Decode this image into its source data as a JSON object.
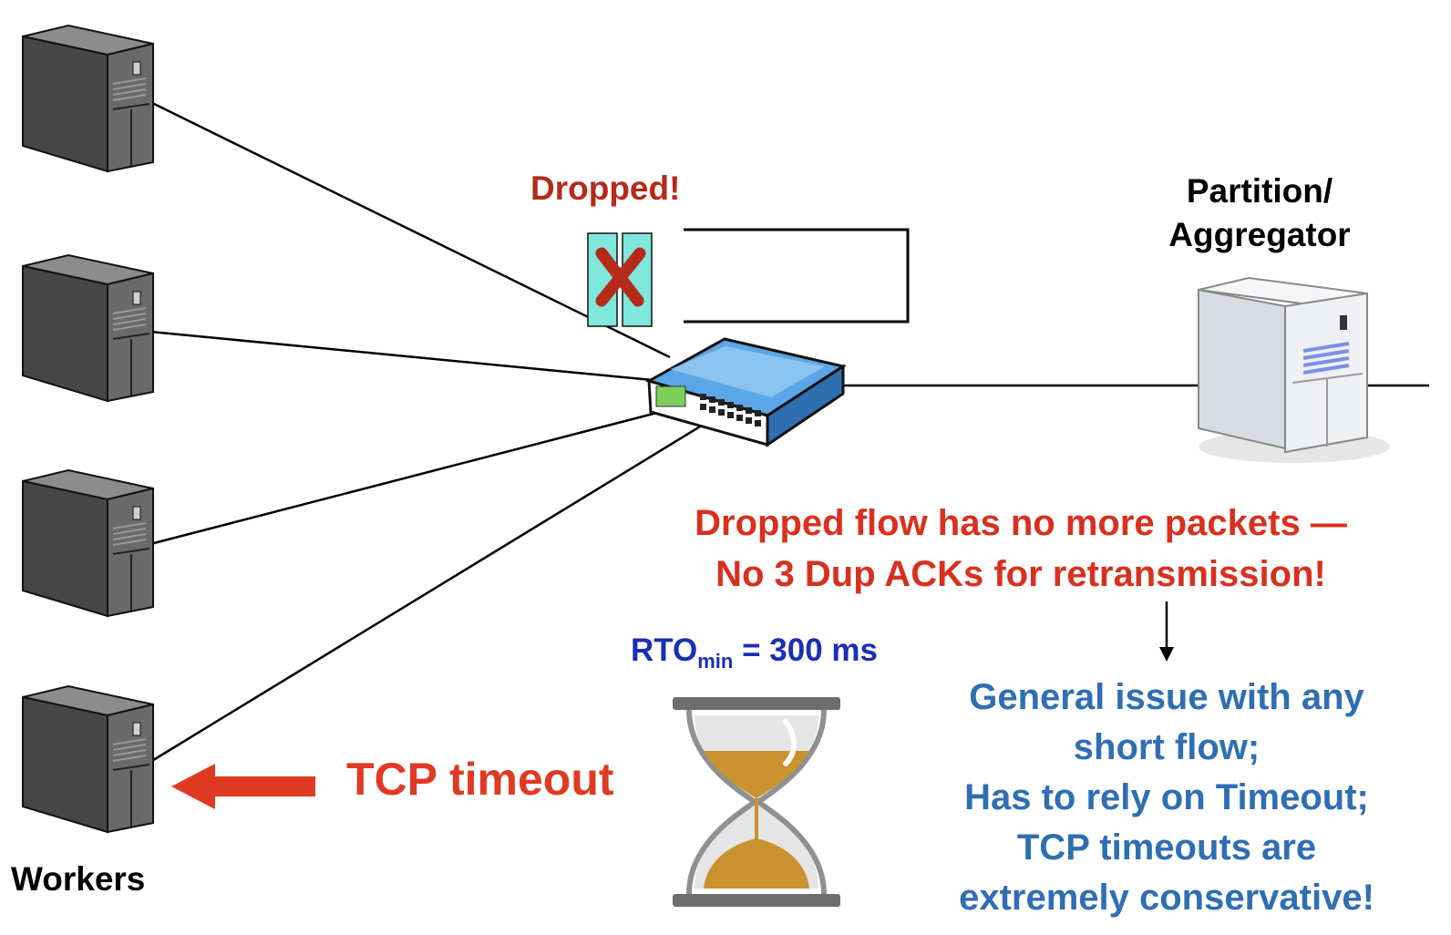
{
  "labels": {
    "dropped": "Dropped!",
    "partition_line1": "Partition/",
    "partition_line2": "Aggregator",
    "workers": "Workers",
    "tcp_timeout": "TCP timeout",
    "rto_main": "RTO",
    "rto_sub": "min",
    "rto_value": "= 300 ms",
    "dropped_flow_line1": "Dropped flow has no more packets —",
    "dropped_flow_line2": "No 3 Dup ACKs for retransmission!",
    "general_line1": "General issue with any",
    "general_line2": "short flow;",
    "general_line3": "Has to rely on Timeout;",
    "general_line4": "TCP timeouts are",
    "general_line5": "extremely conservative!"
  },
  "icons": {
    "worker": "server-tower-icon",
    "aggregator": "server-tower-icon",
    "switch": "network-switch-icon",
    "drop": "red-x-icon",
    "timer": "hourglass-icon"
  },
  "colors": {
    "red": "#d9301e",
    "dark_red": "#b52a18",
    "blue": "#2f6eb3",
    "rto_blue": "#1a2fb5",
    "packet_cyan": "#7fe7dc",
    "server_dark": "#5a5a5a",
    "server_light": "#eef0f4",
    "switch_blue": "#5aa6e6",
    "sand": "#c9922e"
  }
}
